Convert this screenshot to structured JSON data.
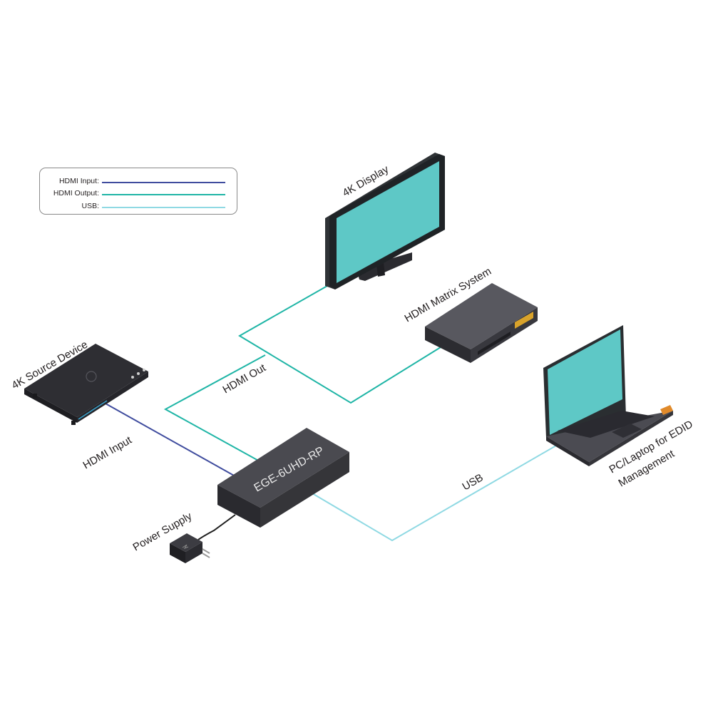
{
  "legend": {
    "hdmi_input": "HDMI Input:",
    "hdmi_output": "HDMI Output:",
    "usb": "USB:"
  },
  "colors": {
    "hdmi_input": "#3f4c9e",
    "hdmi_output": "#1fb5a6",
    "usb": "#8fd9e3",
    "device_body": "#3a3a40",
    "screen": "#5ec8c6"
  },
  "devices": {
    "display": "4K Display",
    "matrix": "HDMI Matrix System",
    "source": "4K Source Device",
    "extender": "EGE-6UHD-RP",
    "power": "Power Supply",
    "laptop_line1": "PC/Laptop for EDID",
    "laptop_line2": "Management"
  },
  "connections": {
    "hdmi_out": "HDMI Out",
    "hdmi_input": "HDMI Input",
    "usb": "USB"
  }
}
